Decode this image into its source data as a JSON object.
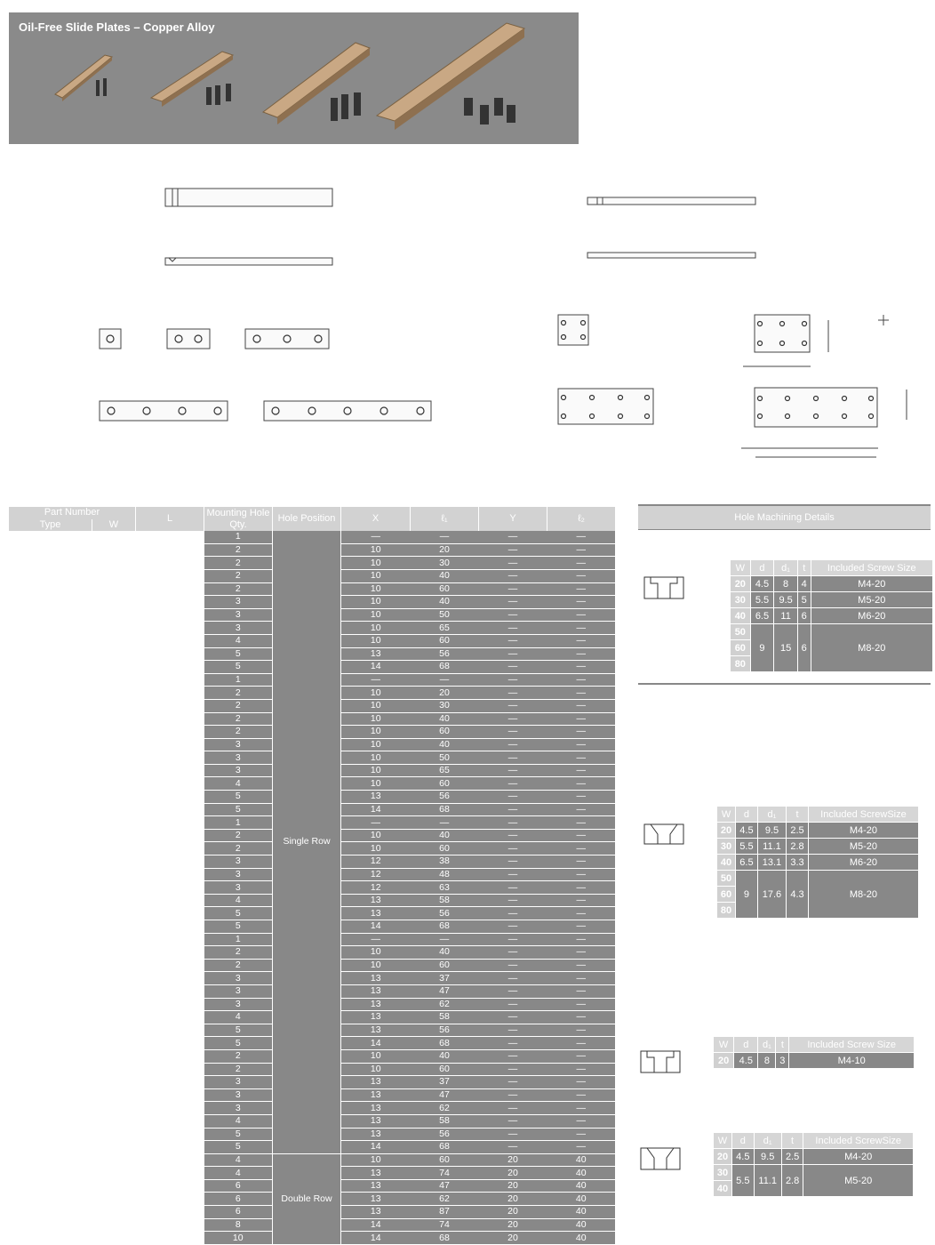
{
  "banner": {
    "title": "Oil-Free Slide Plates – Copper Alloy"
  },
  "table": {
    "head": {
      "part_number": "Part Number",
      "type": "Type",
      "w": "W",
      "l": "L",
      "mounting": "Mounting Hole Qty.",
      "hole_position": "Hole Position",
      "x": "X",
      "l1": "ℓ₁",
      "y": "Y",
      "l2": "ℓ₂"
    },
    "single_row": "Single Row",
    "double_row": "Double Row",
    "rows": [
      [
        "1",
        "—",
        "—",
        "—",
        "—"
      ],
      [
        "2",
        "10",
        "20",
        "—",
        "—"
      ],
      [
        "2",
        "10",
        "30",
        "—",
        "—"
      ],
      [
        "2",
        "10",
        "40",
        "—",
        "—"
      ],
      [
        "2",
        "10",
        "60",
        "—",
        "—"
      ],
      [
        "3",
        "10",
        "40",
        "—",
        "—"
      ],
      [
        "3",
        "10",
        "50",
        "—",
        "—"
      ],
      [
        "3",
        "10",
        "65",
        "—",
        "—"
      ],
      [
        "4",
        "10",
        "60",
        "—",
        "—"
      ],
      [
        "5",
        "13",
        "56",
        "—",
        "—"
      ],
      [
        "5",
        "14",
        "68",
        "—",
        "—"
      ],
      [
        "1",
        "—",
        "—",
        "—",
        "—"
      ],
      [
        "2",
        "10",
        "20",
        "—",
        "—"
      ],
      [
        "2",
        "10",
        "30",
        "—",
        "—"
      ],
      [
        "2",
        "10",
        "40",
        "—",
        "—"
      ],
      [
        "2",
        "10",
        "60",
        "—",
        "—"
      ],
      [
        "3",
        "10",
        "40",
        "—",
        "—"
      ],
      [
        "3",
        "10",
        "50",
        "—",
        "—"
      ],
      [
        "3",
        "10",
        "65",
        "—",
        "—"
      ],
      [
        "4",
        "10",
        "60",
        "—",
        "—"
      ],
      [
        "5",
        "13",
        "56",
        "—",
        "—"
      ],
      [
        "5",
        "14",
        "68",
        "—",
        "—"
      ],
      [
        "1",
        "—",
        "—",
        "—",
        "—"
      ],
      [
        "2",
        "10",
        "40",
        "—",
        "—"
      ],
      [
        "2",
        "10",
        "60",
        "—",
        "—"
      ],
      [
        "3",
        "12",
        "38",
        "—",
        "—"
      ],
      [
        "3",
        "12",
        "48",
        "—",
        "—"
      ],
      [
        "3",
        "12",
        "63",
        "—",
        "—"
      ],
      [
        "4",
        "13",
        "58",
        "—",
        "—"
      ],
      [
        "5",
        "13",
        "56",
        "—",
        "—"
      ],
      [
        "5",
        "14",
        "68",
        "—",
        "—"
      ],
      [
        "1",
        "—",
        "—",
        "—",
        "—"
      ],
      [
        "2",
        "10",
        "40",
        "—",
        "—"
      ],
      [
        "2",
        "10",
        "60",
        "—",
        "—"
      ],
      [
        "3",
        "13",
        "37",
        "—",
        "—"
      ],
      [
        "3",
        "13",
        "47",
        "—",
        "—"
      ],
      [
        "3",
        "13",
        "62",
        "—",
        "—"
      ],
      [
        "4",
        "13",
        "58",
        "—",
        "—"
      ],
      [
        "5",
        "13",
        "56",
        "—",
        "—"
      ],
      [
        "5",
        "14",
        "68",
        "—",
        "—"
      ],
      [
        "2",
        "10",
        "40",
        "—",
        "—"
      ],
      [
        "2",
        "10",
        "60",
        "—",
        "—"
      ],
      [
        "3",
        "13",
        "37",
        "—",
        "—"
      ],
      [
        "3",
        "13",
        "47",
        "—",
        "—"
      ],
      [
        "3",
        "13",
        "62",
        "—",
        "—"
      ],
      [
        "4",
        "13",
        "58",
        "—",
        "—"
      ],
      [
        "5",
        "13",
        "56",
        "—",
        "—"
      ],
      [
        "5",
        "14",
        "68",
        "—",
        "—"
      ],
      [
        "4",
        "10",
        "60",
        "20",
        "40"
      ],
      [
        "4",
        "13",
        "74",
        "20",
        "40"
      ],
      [
        "6",
        "13",
        "47",
        "20",
        "40"
      ],
      [
        "6",
        "13",
        "62",
        "20",
        "40"
      ],
      [
        "6",
        "13",
        "87",
        "20",
        "40"
      ],
      [
        "8",
        "14",
        "74",
        "20",
        "40"
      ],
      [
        "10",
        "14",
        "68",
        "20",
        "40"
      ]
    ]
  },
  "holes": {
    "title": "Hole Machining Details",
    "h1": {
      "w": "W",
      "d": "d",
      "d1": "d₁",
      "t": "t",
      "screw": "Included Screw Size",
      "rows": [
        [
          "20",
          "4.5",
          "8",
          "4",
          "M4-20"
        ],
        [
          "30",
          "5.5",
          "9.5",
          "5",
          "M5-20"
        ],
        [
          "40",
          "6.5",
          "11",
          "6",
          "M6-20"
        ],
        [
          "50",
          "",
          "",
          "",
          ""
        ],
        [
          "60",
          "9",
          "15",
          "6",
          "M8-20"
        ],
        [
          "80",
          "",
          "",
          "",
          ""
        ]
      ]
    },
    "h2": {
      "w": "W",
      "d": "d",
      "d1": "d₁",
      "t": "t",
      "screw": "Included ScrewSize",
      "rows": [
        [
          "20",
          "4.5",
          "9.5",
          "2.5",
          "M4-20"
        ],
        [
          "30",
          "5.5",
          "11.1",
          "2.8",
          "M5-20"
        ],
        [
          "40",
          "6.5",
          "13.1",
          "3.3",
          "M6-20"
        ],
        [
          "50",
          "",
          "",
          "",
          ""
        ],
        [
          "60",
          "9",
          "17.6",
          "4.3",
          "M8-20"
        ],
        [
          "80",
          "",
          "",
          "",
          ""
        ]
      ]
    },
    "h3": {
      "w": "W",
      "d": "d",
      "d1": "d₁",
      "t": "t",
      "screw": "Included Screw Size",
      "rows": [
        [
          "20",
          "4.5",
          "8",
          "3",
          "M4-10"
        ]
      ]
    },
    "h4": {
      "w": "W",
      "d": "d",
      "d1": "d₁",
      "t": "t",
      "screw": "Included ScrewSize",
      "rows": [
        [
          "20",
          "4.5",
          "9.5",
          "2.5",
          "M4-20"
        ],
        [
          "30",
          "5.5",
          "11.1",
          "2.8",
          "M5-20"
        ],
        [
          "40",
          "",
          "",
          "",
          ""
        ]
      ]
    }
  },
  "colors": {
    "banner": "#8a8a8a",
    "plate": "#b8946e",
    "cell_dark": "#888888",
    "header_light": "#d2d2d2"
  }
}
